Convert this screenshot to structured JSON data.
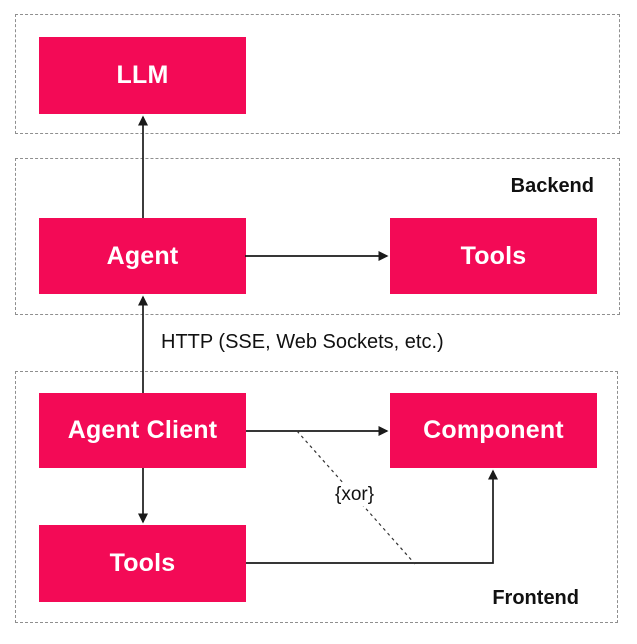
{
  "diagram": {
    "groups": [
      {
        "id": "llm-group",
        "label": ""
      },
      {
        "id": "backend-group",
        "label": "Backend"
      },
      {
        "id": "frontend-group",
        "label": "Frontend"
      }
    ],
    "nodes": [
      {
        "id": "llm",
        "label": "LLM"
      },
      {
        "id": "agent",
        "label": "Agent"
      },
      {
        "id": "tools-backend",
        "label": "Tools"
      },
      {
        "id": "agent-client",
        "label": "Agent Client"
      },
      {
        "id": "component",
        "label": "Component"
      },
      {
        "id": "tools-frontend",
        "label": "Tools"
      }
    ],
    "edges": [
      {
        "from": "agent",
        "to": "llm",
        "style": "solid-arrow",
        "label": ""
      },
      {
        "from": "agent",
        "to": "tools-backend",
        "style": "solid-arrow",
        "label": ""
      },
      {
        "from": "agent-client",
        "to": "agent",
        "style": "solid-arrow",
        "label": "HTTP (SSE, Web Sockets, etc.)"
      },
      {
        "from": "agent-client",
        "to": "component",
        "style": "solid-arrow",
        "label": ""
      },
      {
        "from": "agent-client",
        "to": "tools-frontend",
        "style": "solid-arrow",
        "label": ""
      },
      {
        "from": "tools-frontend",
        "to": "component",
        "style": "solid-arrow-elbow",
        "label": ""
      },
      {
        "from": "edge(agent-client,component)",
        "to": "edge(tools-frontend,component)",
        "style": "dashed-constraint",
        "label": "{xor}"
      }
    ],
    "colors": {
      "node_fill": "#F30A56",
      "node_text": "#FFFFFF",
      "group_border": "#8F8F8F",
      "edge_stroke": "#1A1A1A"
    }
  }
}
